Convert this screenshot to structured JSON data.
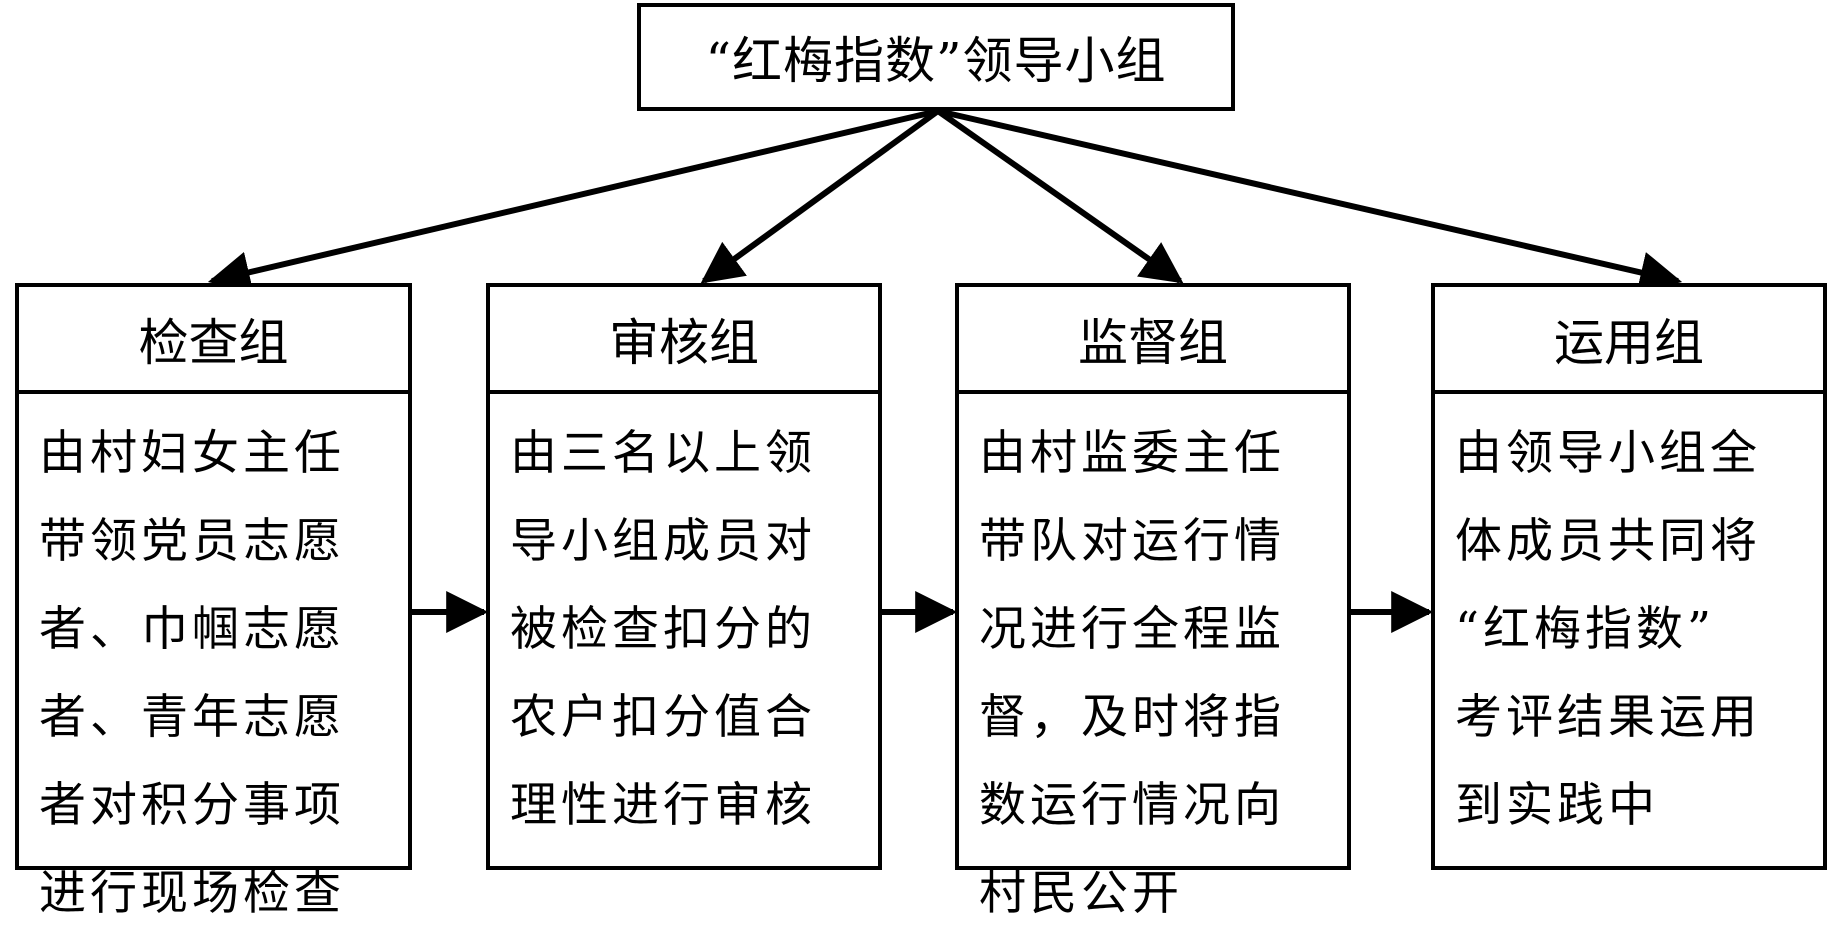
{
  "diagram": {
    "root": {
      "label": "“红梅指数”领导小组"
    },
    "groups": [
      {
        "title": "检查组",
        "lines": [
          "由村妇女主任",
          "带领党员志愿",
          "者、巾帼志愿",
          "者、青年志愿",
          "者对积分事项",
          "进行现场检查"
        ]
      },
      {
        "title": "审核组",
        "lines": [
          "由三名以上领",
          "导小组成员对",
          "被检查扣分的",
          "农户扣分值合",
          "理性进行审核"
        ]
      },
      {
        "title": "监督组",
        "lines": [
          "由村监委主任",
          "带队对运行情",
          "况进行全程监",
          "督，及时将指",
          "数运行情况向",
          "村民公开"
        ]
      },
      {
        "title": "运用组",
        "lines": [
          "由领导小组全",
          "体成员共同将",
          "“红梅指数”",
          "考评结果运用",
          "到实践中"
        ]
      }
    ],
    "edges": [
      {
        "from": "root",
        "to": "检查组"
      },
      {
        "from": "root",
        "to": "审核组"
      },
      {
        "from": "root",
        "to": "监督组"
      },
      {
        "from": "root",
        "to": "运用组"
      },
      {
        "from": "检查组",
        "to": "审核组"
      },
      {
        "from": "审核组",
        "to": "监督组"
      },
      {
        "from": "监督组",
        "to": "运用组"
      }
    ]
  }
}
